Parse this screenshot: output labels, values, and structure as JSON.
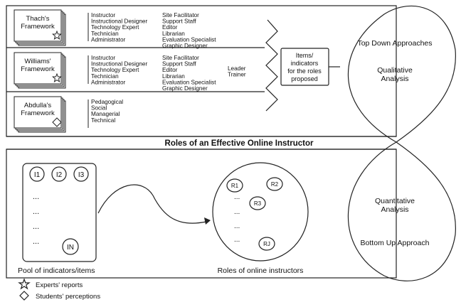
{
  "frameworks": [
    {
      "title_lines": [
        "Thach's",
        "Framework"
      ],
      "marker": "star-icon",
      "roles_col1": [
        "Instructor",
        "Instructional Designer",
        "Technology Expert",
        "Technician",
        "Administrator"
      ],
      "roles_col2": [
        "Site Facilitator",
        "Support Staff",
        "Editor",
        "Librarian",
        "Evaluation Specialist",
        "Graphic Designer"
      ],
      "roles_col3": []
    },
    {
      "title_lines": [
        "Williams'",
        "Framework"
      ],
      "marker": "star-icon",
      "roles_col1": [
        "Instructor",
        "Instructional Designer",
        "Technology Expert",
        "Technician",
        "Administrator"
      ],
      "roles_col2": [
        "Site Facilitator",
        "Support Staff",
        "Editor",
        "Librarian",
        "Evaluation Specialist",
        "Graphic Designer"
      ],
      "roles_col3": [
        "Leader",
        "Trainer"
      ]
    },
    {
      "title_lines": [
        "Abdulla's",
        "Framework"
      ],
      "marker": "diamond-icon",
      "roles_col1": [
        "Pedagogical",
        "Social",
        "Managerial",
        "Technical"
      ],
      "roles_col2": [],
      "roles_col3": []
    }
  ],
  "items_box_lines": [
    "Items/",
    "indicators",
    "for the roles",
    "proposed"
  ],
  "divider_title": "Roles of an Effective Online Instructor",
  "top_lobe": {
    "line1": "Top Down Approaches",
    "line2": [
      "Qualitative",
      "Analysis"
    ]
  },
  "bottom_lobe": {
    "line1": [
      "Quantitative",
      "Analysis"
    ],
    "line2": "Bottom Up Approach"
  },
  "pool": {
    "items_top": [
      "I1",
      "I2",
      "I3"
    ],
    "dots": [
      "...",
      "...",
      "...",
      "..."
    ],
    "item_last": "IN",
    "caption": "Pool of indicators/items"
  },
  "roles": {
    "items": [
      "R1",
      "R2",
      "R3",
      "RJ"
    ],
    "dots": [
      "...",
      "...",
      "...",
      "..."
    ],
    "caption": "Roles of online instructors"
  },
  "legend": [
    {
      "icon": "star-icon",
      "label": "Experts' reports"
    },
    {
      "icon": "diamond-icon",
      "label": "Students' perceptions"
    }
  ]
}
